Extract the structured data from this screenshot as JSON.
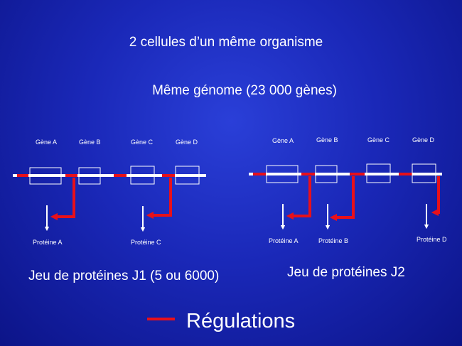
{
  "title": "2 cellules d’un même organisme",
  "subtitle": "Même génome (23 000 gènes)",
  "cell1": {
    "genes": [
      "Gène A",
      "Gène B",
      "Gène C",
      "Gène D"
    ],
    "proteins": [
      "Protéine A",
      "Protéine C"
    ],
    "set_label": "Jeu de protéines J1 (5 ou 6000)"
  },
  "cell2": {
    "genes": [
      "Gène A",
      "Gène B",
      "Gène C",
      "Gène D"
    ],
    "proteins": [
      "Protéine A",
      "Protéine B",
      "Protéine D"
    ],
    "set_label": "Jeu de protéines J2"
  },
  "legend": {
    "label": "Régulations",
    "color": "#e8101a"
  },
  "colors": {
    "dna": "#ffffff",
    "regulation": "#e8101a"
  }
}
